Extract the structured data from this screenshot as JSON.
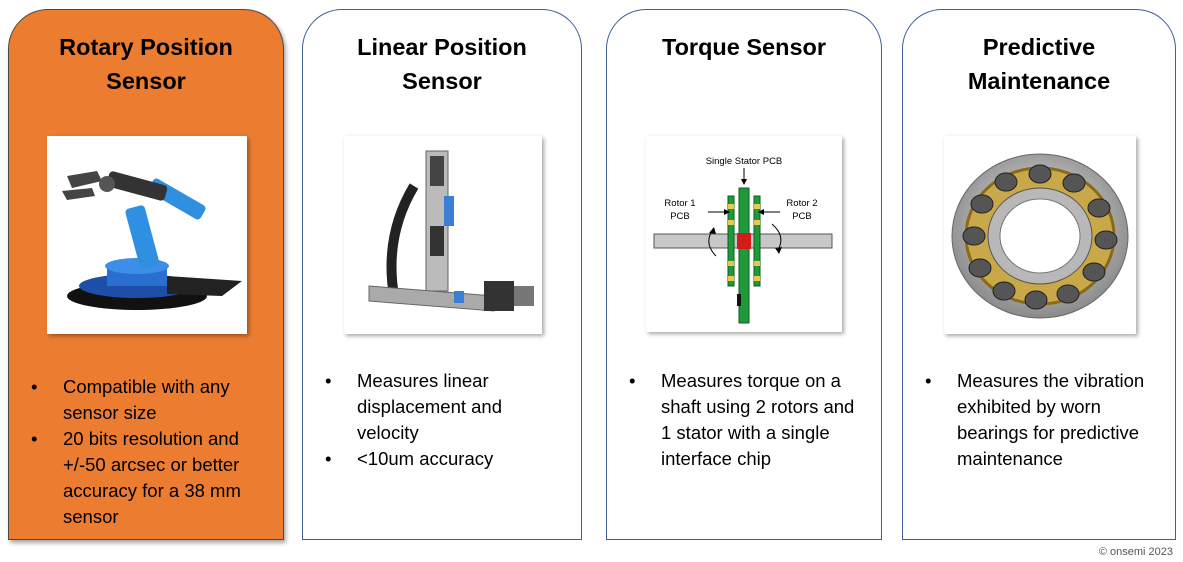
{
  "cards": [
    {
      "title": "Rotary Position\nSensor",
      "bullets": [
        "Compatible with any sensor size",
        "20 bits resolution and +/-50 arcsec or better accuracy for a 38 mm sensor"
      ]
    },
    {
      "title": "Linear Position\nSensor",
      "bullets": [
        "Measures linear displacement and velocity",
        "<10um accuracy"
      ]
    },
    {
      "title": "Torque Sensor",
      "bullets": [
        "Measures torque on a shaft using 2 rotors and 1 stator with a single interface chip"
      ],
      "diagram": {
        "stator_label": "Single Stator PCB",
        "rotor1_label_1": "Rotor 1",
        "rotor1_label_2": "PCB",
        "rotor2_label_1": "Rotor 2",
        "rotor2_label_2": "PCB"
      }
    },
    {
      "title": "Predictive\nMaintenance",
      "bullets": [
        "Measures the vibration exhibited by worn bearings for predictive maintenance"
      ]
    }
  ],
  "footer": "© onsemi 2023",
  "colors": {
    "accent": "#ec7c30",
    "border": "#3f5f96"
  }
}
